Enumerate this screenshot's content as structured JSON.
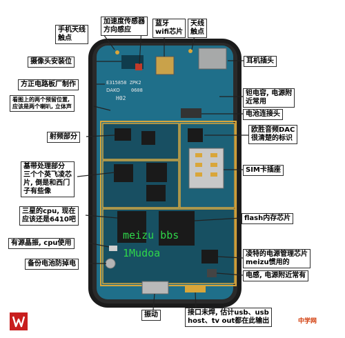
{
  "labels": {
    "antenna_contact_left": "手机天线\n触点",
    "accelerometer": "加速度传感器\n方向感应",
    "bluetooth_wifi": "蓝牙\nwifi芯片",
    "antenna_contact_right": "天线\n触点",
    "camera_mount": "摄像头安装位",
    "earphone_jack": "耳机插头",
    "pcb_maker": "方正电路板厂制作",
    "battery_near_power": "钽电容, 电源附\n近常用",
    "reserved_speakers": "看图上的两个预留位置,\n应该是两个喇叭, 立体声",
    "battery_connector": "电池连接头",
    "rf_section": "射频部分",
    "wolfson_dac": "欧胜音频DAC\n很清楚的标识",
    "baseband": "基带处理部分\n三个个英飞凌芯\n片, 倒是和西门\n子有些像",
    "sim_slot": "SIM卡插座",
    "samsung_cpu": "三星的cpu, 现在\n应该还是6410吧",
    "flash_chip": "flash内存芯片",
    "crystal": "有源晶振, cpu使用",
    "linear_pmic": "凌特的电源管理芯片\nmeizu惯用的",
    "backup_battery": "备份电池防掉电",
    "inductor": "电感, 电源附近常有",
    "vibrator": "振动",
    "port": "接口未焊, 估计usb、usb\nhost、tv out都在此输出"
  },
  "board_marks": {
    "part_number": "E315858  ZPK2",
    "date_code": "0608",
    "rev": "H02",
    "brand": "DAKO",
    "forum_watermark": "meizu bbs",
    "forum_sub": "1Mudoa"
  },
  "site_watermark": "中学网",
  "colors": {
    "phone_frame": "#1b1b1b",
    "pcb": "#1f6f8a",
    "pcb_dark": "#134f66",
    "gold": "#d9a63a",
    "chip": "#1a1a1a",
    "watermark_green": "#2fd64a",
    "line": "#222222",
    "logo": "#c81e1e"
  }
}
